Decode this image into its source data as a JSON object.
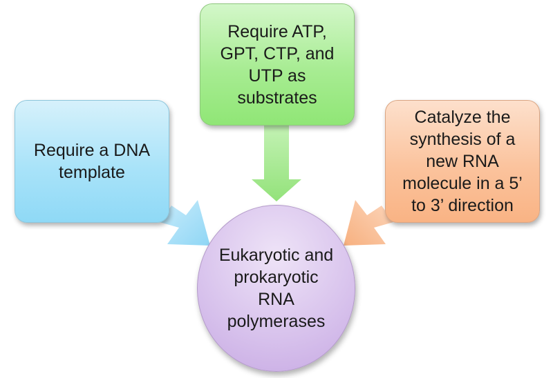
{
  "diagram": {
    "left_box": {
      "text": "Require a DNA template",
      "color": "#a9e3f9"
    },
    "top_box": {
      "text": "Require ATP, GPT, CTP, and UTP as substrates",
      "color": "#a7ec92"
    },
    "right_box": {
      "text": "Catalyze the synthesis of a new RNA molecule in a 5’ to 3’ direction",
      "color": "#fbc39d"
    },
    "center_circle": {
      "text": "Eukaryotic and prokaryotic RNA polymerases",
      "color": "#d7c1ec"
    }
  }
}
